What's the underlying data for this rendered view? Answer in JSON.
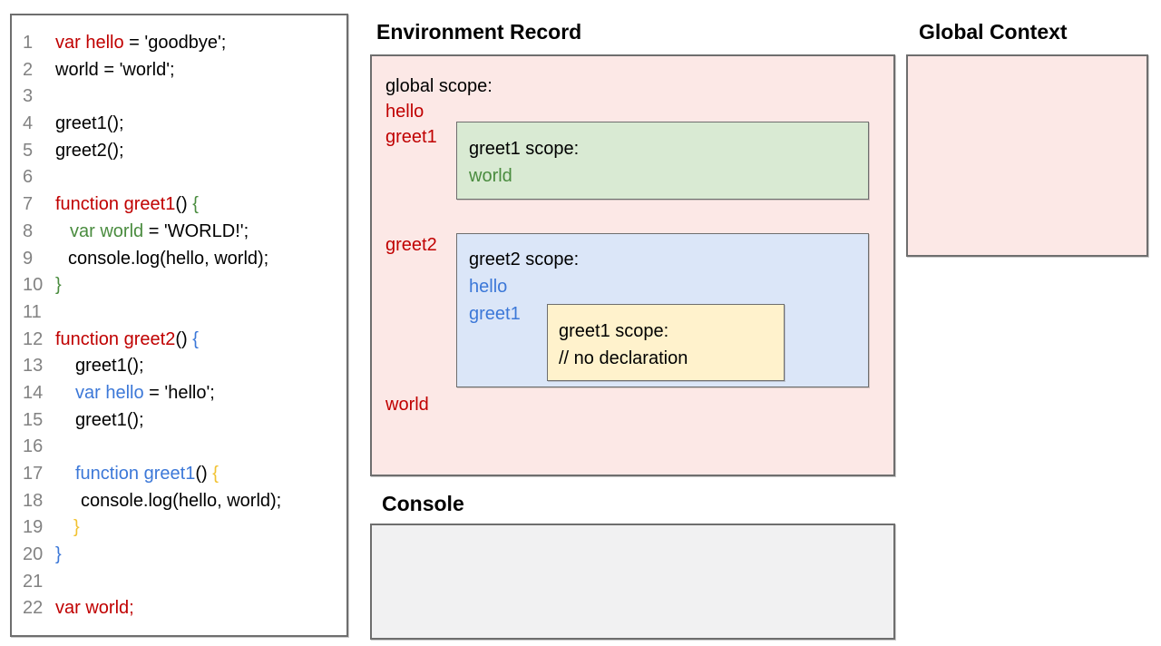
{
  "colors": {
    "red": "#c00000",
    "green": "#4a8c3f",
    "blue": "#3c78d8",
    "yellow": "#f1c232",
    "gray": "#828282",
    "border": "#6e6e6e",
    "pink_bg": "#fce8e6",
    "green_bg": "#d9ead3",
    "blue_bg": "#dbe6f8",
    "yellow_bg": "#fff2cc",
    "console_bg": "#f1f1f2",
    "black": "#000000"
  },
  "code_panel": {
    "lines": [
      {
        "num": "1",
        "indent": 0,
        "segments": [
          {
            "text": "var hello",
            "color": "red"
          },
          {
            "text": " = 'goodbye';",
            "color": "black"
          }
        ]
      },
      {
        "num": "2",
        "indent": 0,
        "segments": [
          {
            "text": "world = 'world';",
            "color": "black"
          }
        ]
      },
      {
        "num": "3",
        "indent": 0,
        "segments": []
      },
      {
        "num": "4",
        "indent": 0,
        "segments": [
          {
            "text": "greet1();",
            "color": "black"
          }
        ]
      },
      {
        "num": "5",
        "indent": 0,
        "segments": [
          {
            "text": "greet2();",
            "color": "black"
          }
        ]
      },
      {
        "num": "6",
        "indent": 0,
        "segments": []
      },
      {
        "num": "7",
        "indent": 0,
        "segments": [
          {
            "text": "function greet1",
            "color": "red"
          },
          {
            "text": "() ",
            "color": "black"
          },
          {
            "text": "{",
            "color": "green"
          }
        ]
      },
      {
        "num": "8",
        "indent": 16,
        "segments": [
          {
            "text": "var world",
            "color": "green"
          },
          {
            "text": " = 'WORLD!';",
            "color": "black"
          }
        ]
      },
      {
        "num": "9",
        "indent": 14,
        "segments": [
          {
            "text": "console.log(hello, world);",
            "color": "black"
          }
        ]
      },
      {
        "num": "10",
        "indent": 0,
        "segments": [
          {
            "text": "}",
            "color": "green"
          }
        ]
      },
      {
        "num": "11",
        "indent": 0,
        "segments": []
      },
      {
        "num": "12",
        "indent": 0,
        "segments": [
          {
            "text": "function greet2",
            "color": "red"
          },
          {
            "text": "() ",
            "color": "black"
          },
          {
            "text": "{",
            "color": "blue"
          }
        ]
      },
      {
        "num": "13",
        "indent": 22,
        "segments": [
          {
            "text": "greet1();",
            "color": "black"
          }
        ]
      },
      {
        "num": "14",
        "indent": 22,
        "segments": [
          {
            "text": "var hello",
            "color": "blue"
          },
          {
            "text": " = 'hello';",
            "color": "black"
          }
        ]
      },
      {
        "num": "15",
        "indent": 22,
        "segments": [
          {
            "text": "greet1();",
            "color": "black"
          }
        ]
      },
      {
        "num": "16",
        "indent": 0,
        "segments": []
      },
      {
        "num": "17",
        "indent": 22,
        "segments": [
          {
            "text": "function greet1",
            "color": "blue"
          },
          {
            "text": "() ",
            "color": "black"
          },
          {
            "text": "{",
            "color": "yellow"
          }
        ]
      },
      {
        "num": "18",
        "indent": 28,
        "segments": [
          {
            "text": "console.log(hello, world);",
            "color": "black"
          }
        ]
      },
      {
        "num": "19",
        "indent": 20,
        "segments": [
          {
            "text": "}",
            "color": "yellow"
          }
        ]
      },
      {
        "num": "20",
        "indent": 0,
        "segments": [
          {
            "text": "}",
            "color": "blue"
          }
        ]
      },
      {
        "num": "21",
        "indent": 0,
        "segments": []
      },
      {
        "num": "22",
        "indent": 0,
        "segments": [
          {
            "text": "var world;",
            "color": "red"
          }
        ]
      }
    ]
  },
  "environment_record": {
    "title": "Environment Record",
    "global_scope_label": "global scope:",
    "global_vars": {
      "hello": "hello",
      "greet1": "greet1",
      "greet2": "greet2",
      "world": "world"
    },
    "greet1_scope": {
      "label": "greet1 scope:",
      "var_world": "world"
    },
    "greet2_scope": {
      "label": "greet2 scope:",
      "var_hello": "hello",
      "var_greet1": "greet1",
      "inner_greet1_scope": {
        "label": "greet1 scope:",
        "comment": "// no declaration"
      }
    }
  },
  "global_context": {
    "title": "Global Context"
  },
  "console": {
    "title": "Console"
  }
}
